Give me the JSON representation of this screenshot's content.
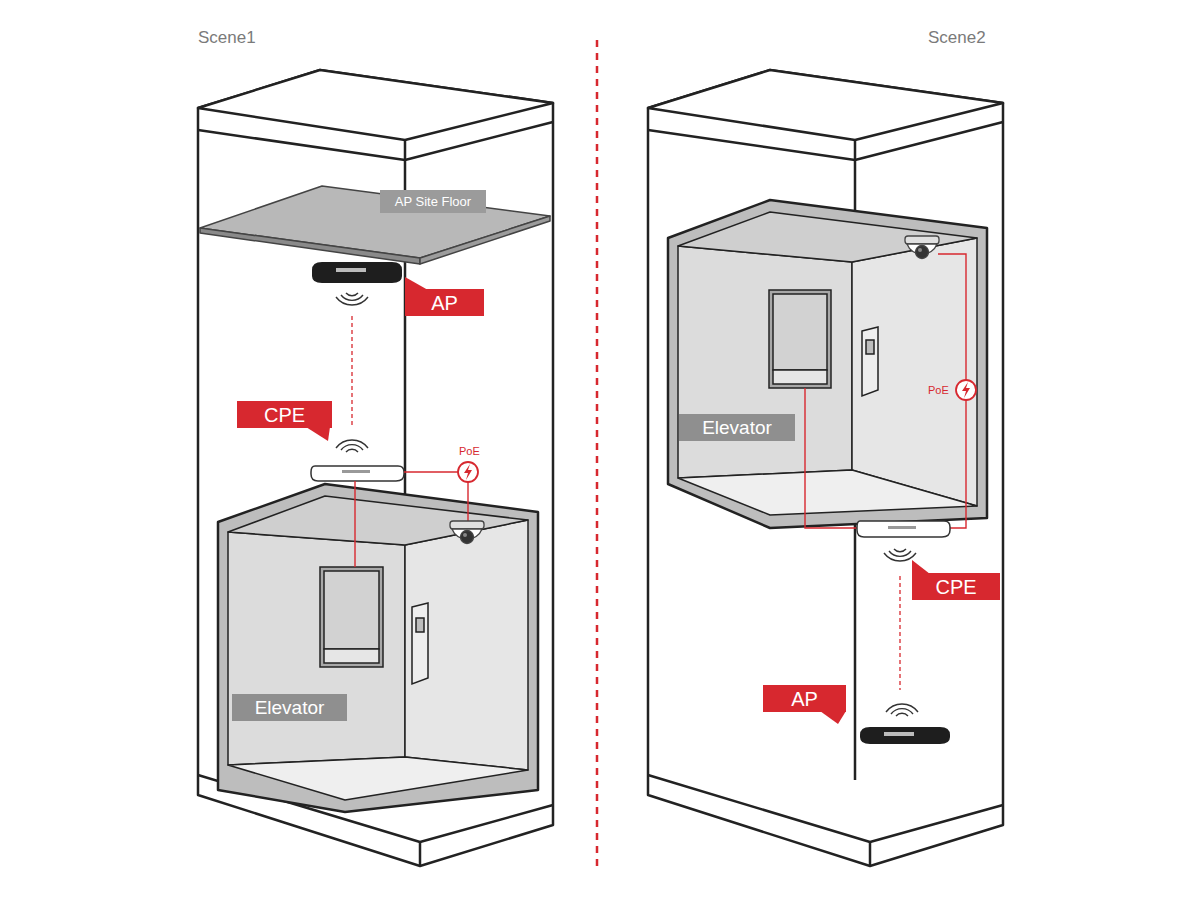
{
  "diagram": {
    "nodes": [
      {
        "text": [
          "AP Site Floor"
        ]
      },
      {
        "text": [
          "AP"
        ]
      },
      {
        "text": [
          "CPE"
        ]
      },
      {
        "text": [
          "Elevator"
        ]
      },
      {
        "text": [
          "Elevator"
        ]
      },
      {
        "text": [
          "CPE"
        ]
      },
      {
        "text": [
          "AP"
        ]
      }
    ],
    "labels": [
      "Scene1",
      "Scene2",
      "PoE",
      "PoE"
    ]
  }
}
